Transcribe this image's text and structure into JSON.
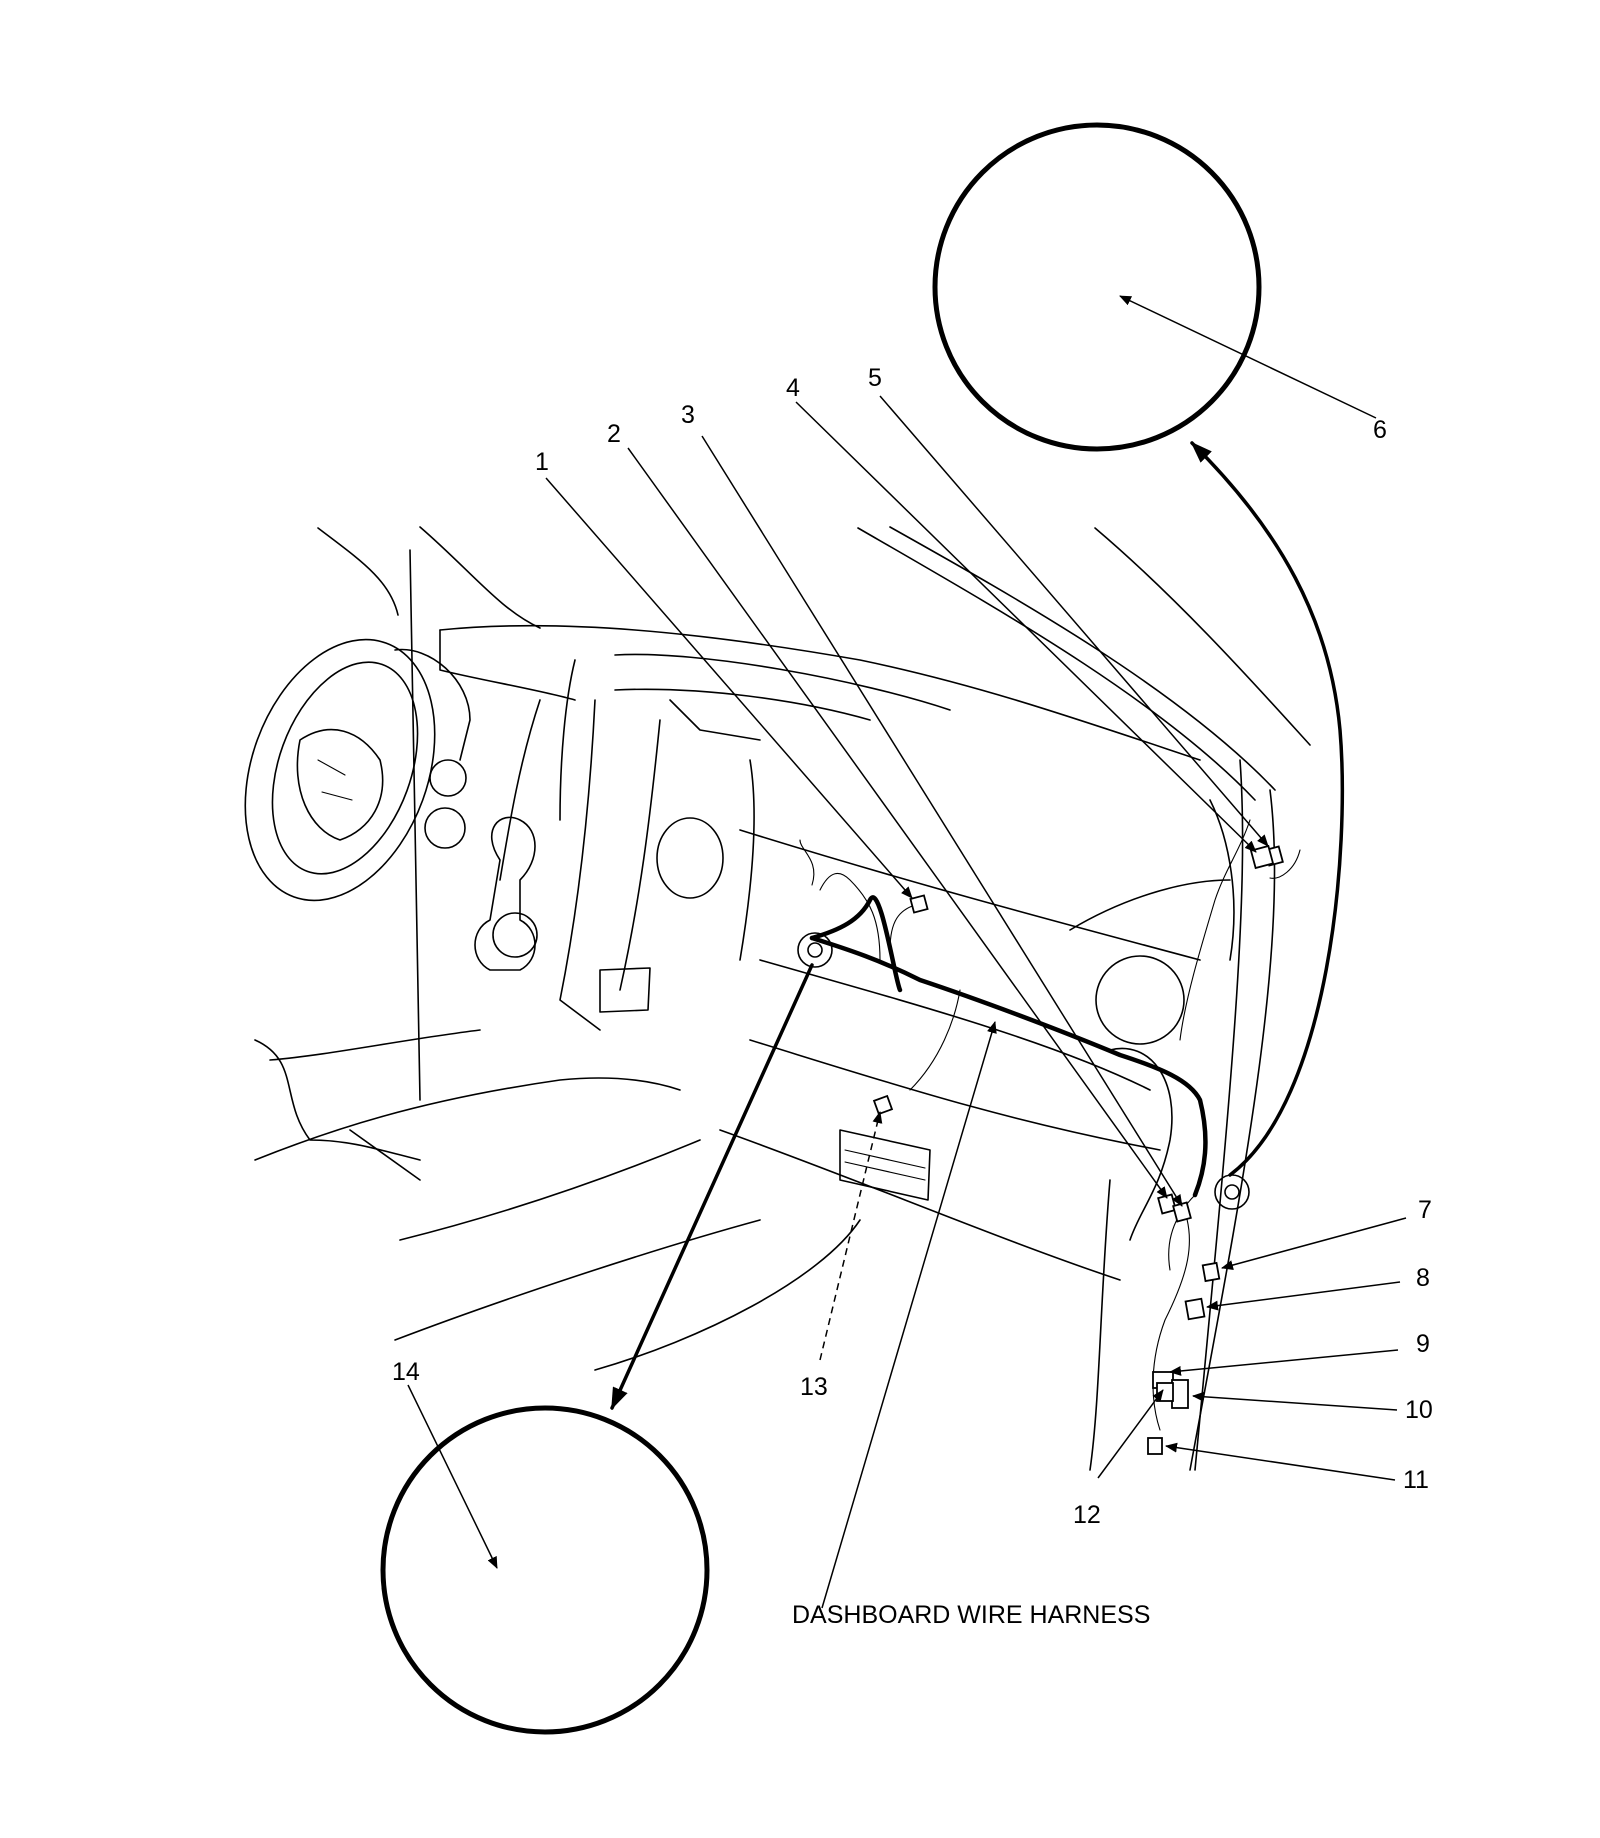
{
  "diagram": {
    "caption": "DASHBOARD WIRE HARNESS",
    "callouts": [
      "1",
      "2",
      "3",
      "4",
      "5",
      "6",
      "7",
      "8",
      "9",
      "10",
      "11",
      "12",
      "13",
      "14"
    ],
    "colors": {
      "line": "#000000",
      "background": "#ffffff"
    }
  }
}
